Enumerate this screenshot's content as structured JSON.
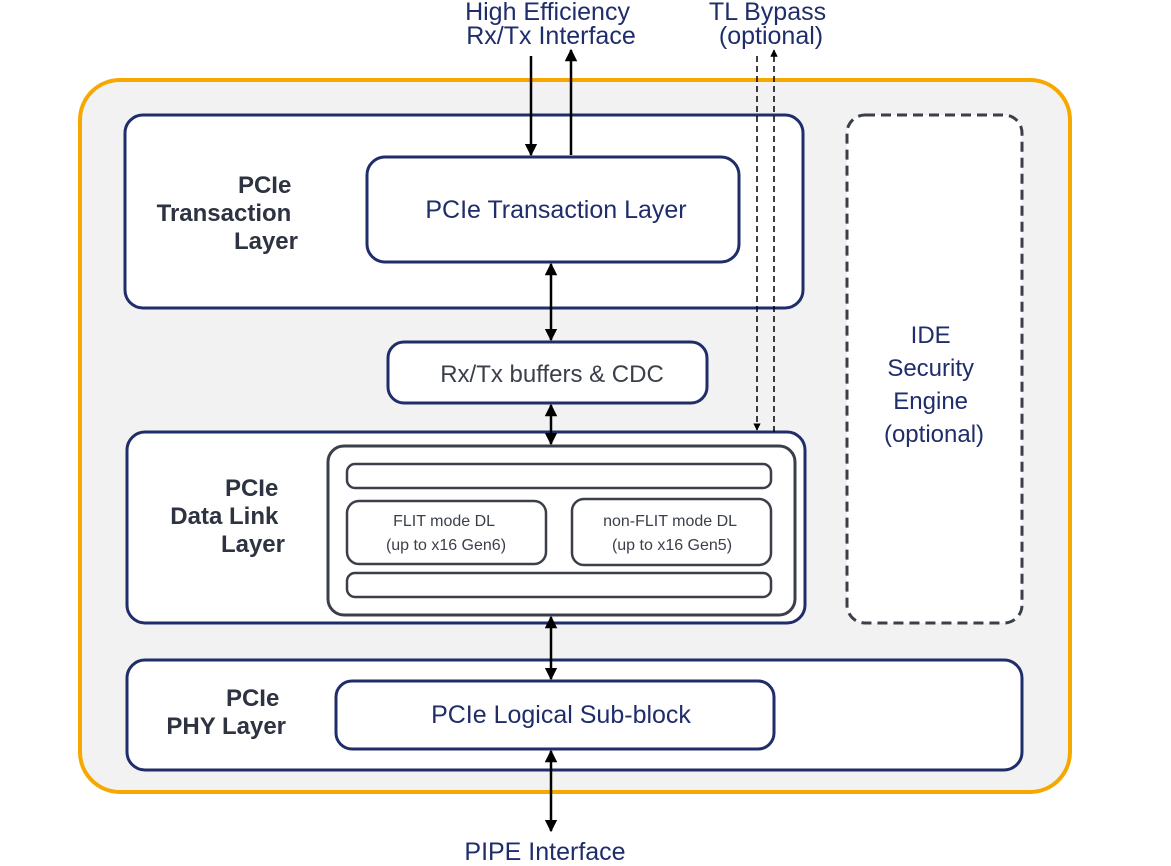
{
  "diagram": {
    "title": "PCIe Controller Block Diagram",
    "colors": {
      "outer_border": "#f6a800",
      "outer_fill": "#f2f2f2",
      "block_border": "#1f2d6b",
      "inner_border": "#3a3f49",
      "label_text": "#2e3342",
      "block_text": "#1f2d6b",
      "arrow": "#000000"
    },
    "external": {
      "top_interface": [
        "High Efficiency",
        "Rx/Tx Interface"
      ],
      "bypass": [
        "TL Bypass",
        "(optional)"
      ],
      "bottom_interface": "PIPE Interface"
    },
    "layers": {
      "transaction": {
        "label": [
          "PCIe",
          "Transaction",
          "Layer"
        ],
        "block": "PCIe Transaction Layer"
      },
      "buffers": {
        "block": "Rx/Tx buffers & CDC"
      },
      "datalink": {
        "label": [
          "PCIe",
          "Data Link",
          "Layer"
        ],
        "flit": [
          "FLIT mode DL",
          "(up to x16 Gen6)"
        ],
        "nonflit": [
          "non-FLIT mode DL",
          "(up to x16 Gen5)"
        ]
      },
      "phy": {
        "label": [
          "PCIe",
          "PHY Layer"
        ],
        "block": "PCIe Logical Sub-block"
      }
    },
    "security": {
      "label": [
        "IDE",
        "Security",
        "Engine",
        "(optional)"
      ]
    }
  }
}
